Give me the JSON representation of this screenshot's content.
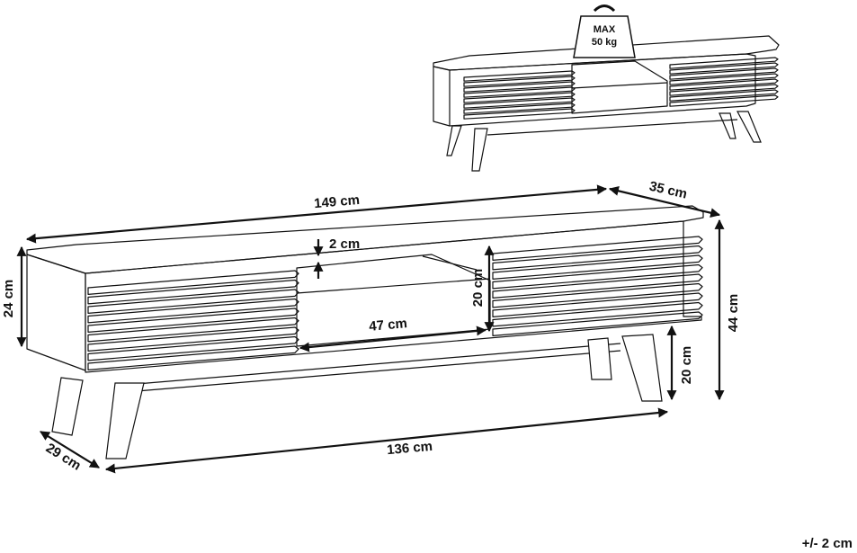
{
  "weight": {
    "line1": "MAX",
    "line2": "50 kg"
  },
  "dimensions": {
    "width": "149 cm",
    "depth": "35 cm",
    "shelf_thickness": "2 cm",
    "side_height": "24 cm",
    "shelf_height": "20 cm",
    "shelf_width": "47 cm",
    "total_height": "44 cm",
    "leg_height": "20 cm",
    "leg_depth": "29 cm",
    "leg_width": "136 cm"
  },
  "tolerance": "+/- 2 cm"
}
